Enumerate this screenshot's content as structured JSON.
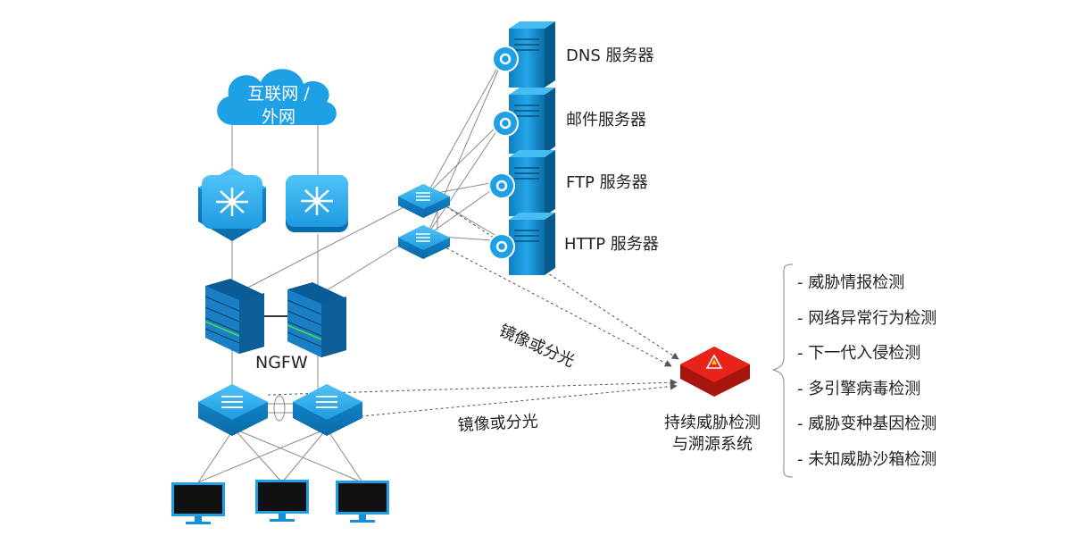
{
  "cloud": {
    "line1": "互联网 /",
    "line2": "外网"
  },
  "servers": [
    {
      "label": "DNS 服务器"
    },
    {
      "label": "邮件服务器"
    },
    {
      "label": "FTP 服务器"
    },
    {
      "label": "HTTP 服务器"
    }
  ],
  "ngfw_label": "NGFW",
  "mirror_label_upper": "镜像或分光",
  "mirror_label_lower": "镜像或分光",
  "system": {
    "line1": "持续威胁检测",
    "line2": "与溯源系统"
  },
  "capabilities": [
    "- 威胁情报检测",
    "- 网络异常行为检测",
    "- 下一代入侵检测",
    "- 多引擎病毒检测",
    "- 威胁变种基因检测",
    "- 未知威胁沙箱检测"
  ],
  "colors": {
    "device_blue": "#1ea0e6",
    "device_dark": "#0a6fb0",
    "system_red": "#e8231b",
    "line_gray": "#888888"
  }
}
